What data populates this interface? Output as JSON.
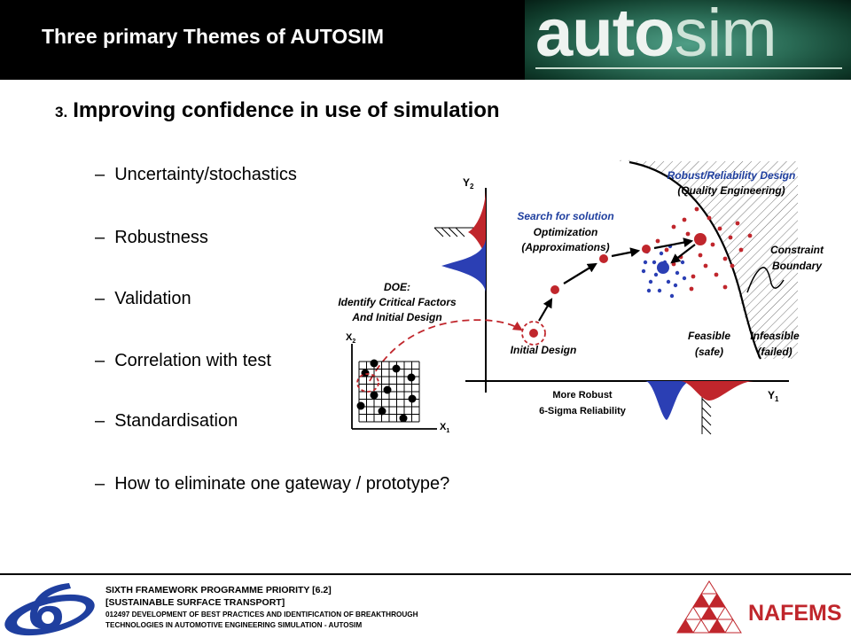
{
  "slide": {
    "title": "Three primary Themes of AUTOSIM",
    "logo": {
      "part1": "auto",
      "part2": "sim"
    },
    "heading": {
      "number": "3.",
      "text": "Improving confidence in use of simulation"
    },
    "bullets": [
      "–  Uncertainty/stochastics",
      "–  Robustness",
      "–  Validation",
      "–  Correlation with test",
      "–  Standardisation",
      "–  How to eliminate one gateway / prototype?"
    ]
  },
  "diagram": {
    "robust_title": "Robust/Reliability Design",
    "robust_sub": "(Quality Engineering)",
    "search_title": "Search for solution",
    "optimization": "Optimization",
    "approximations": "(Approximations)",
    "constraint1": "Constraint",
    "constraint2": "Boundary",
    "doe1": "DOE:",
    "doe2": "Identify Critical Factors",
    "doe3": "And Initial Design",
    "initial_design": "Initial Design",
    "feasible1": "Feasible",
    "feasible2": "(safe)",
    "infeasible1": "Infeasible",
    "infeasible2": "(failed)",
    "more_robust": "More Robust",
    "six_sigma": "6-Sigma Reliability",
    "y2": "Y",
    "y1": "Y",
    "x2": "X",
    "x1": "X",
    "sub2": "2",
    "sub1": "1",
    "colors": {
      "accent_blue": "#1f3f9f",
      "red": "#c0262c",
      "blue": "#2b3fb4"
    }
  },
  "footer": {
    "line1": "SIXTH FRAMEWORK PROGRAMME PRIORITY [6.2]",
    "line2": "[SUSTAINABLE  SURFACE  TRANSPORT]",
    "line3": "012497 DEVELOPMENT OF BEST PRACTICES AND IDENTIFICATION OF BREAKTHROUGH",
    "line4": "TECHNOLOGIES IN AUTOMOTIVE ENGINEERING SIMULATION - AUTOSIM",
    "nafems": "NAFEMS"
  }
}
